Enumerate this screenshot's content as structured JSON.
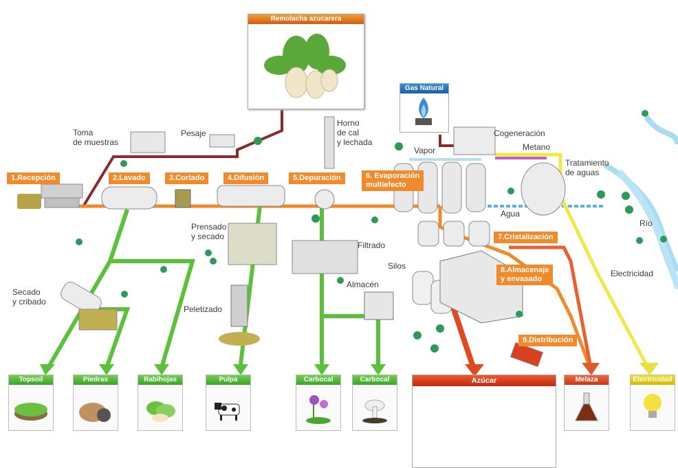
{
  "title": "Remolacha azucarera",
  "gas_natural": "Gas Natural",
  "steps": {
    "s1": "1.Recepción",
    "s2": "2.Lavado",
    "s3": "3.Cortado",
    "s4": "4.Difusión",
    "s5": "5.Depuración",
    "s6": "6. Evaporación\nmultiefecto",
    "s7": "7.Cristalización",
    "s8": "8.Almacenaje\ny envasado",
    "s9": "9.Distribución"
  },
  "labels": {
    "toma": "Toma\nde muestras",
    "pesaje": "Pesaje",
    "horno": "Horno\nde cal\ny lechada",
    "vapor": "Vapor",
    "cogeneracion": "Cogeneración",
    "metano": "Metano",
    "tratamiento": "Tratamiento\nde aguas",
    "agua": "Agua",
    "rio": "Río",
    "electricidad_line": "Electricidad",
    "prensado": "Prensado\ny secado",
    "filtrado": "Filtrado",
    "silos": "Silos",
    "almacen": "Almacén",
    "secado": "Secado\ny cribado",
    "peletizado": "Peletizado"
  },
  "products": {
    "topsoil": "Topsoil",
    "piedras": "Piedras",
    "rabihojas": "Rabihojas",
    "pulpa": "Pulpa",
    "carbocal": "Carbocal",
    "carbocal_plus": "Carbocal Plus",
    "azucar": "Azúcar",
    "melaza": "Melaza",
    "electricidad": "Electricidad"
  },
  "colors": {
    "orange": "#f08a2a",
    "green": "#5cc13a",
    "maroon": "#8a2a2a",
    "yellow": "#f0e84a",
    "blue": "#5ab0e0",
    "red": "#e04a20",
    "river": "#a8dcf0"
  }
}
